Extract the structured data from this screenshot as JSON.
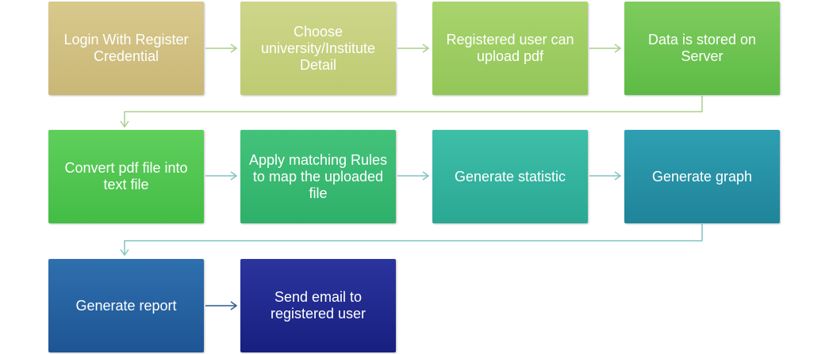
{
  "steps": [
    {
      "label": "Login With Register Credential",
      "color_top": "#d8c98c",
      "color_bottom": "#c9b776"
    },
    {
      "label": "Choose university/Institute Detail",
      "color_top": "#cdd68a",
      "color_bottom": "#bfcb72"
    },
    {
      "label": "Registered user can upload pdf",
      "color_top": "#a9d46e",
      "color_bottom": "#93c658"
    },
    {
      "label": "Data is stored on Server",
      "color_top": "#7fcc5e",
      "color_bottom": "#5dbb45"
    },
    {
      "label": "Convert pdf file into text file",
      "color_top": "#5fcf5c",
      "color_bottom": "#43bd46"
    },
    {
      "label": "Apply matching Rules to map the uploaded file",
      "color_top": "#43c37a",
      "color_bottom": "#2fb06a"
    },
    {
      "label": "Generate statistic",
      "color_top": "#3ebfa8",
      "color_bottom": "#2aa894"
    },
    {
      "label": "Generate graph",
      "color_top": "#2f9fb2",
      "color_bottom": "#1f8499"
    },
    {
      "label": "Generate report",
      "color_top": "#2f6fae",
      "color_bottom": "#1e5594"
    },
    {
      "label": "Send email to registered user",
      "color_top": "#2b349e",
      "color_bottom": "#17207f"
    }
  ],
  "colors": {
    "connector_row1": "#a9cf8e",
    "connector_row2": "#7fc6c2",
    "connector_row3": "#2e5a8c"
  }
}
